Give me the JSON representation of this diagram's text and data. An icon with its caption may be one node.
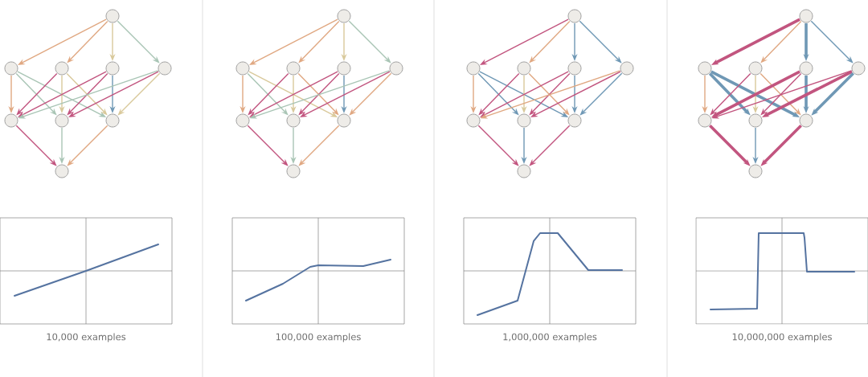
{
  "diagram": {
    "nodes": [
      {
        "text": [],
        "shape": "circle"
      },
      {
        "text": [],
        "shape": "circle"
      },
      {
        "text": [],
        "shape": "circle"
      },
      {
        "text": [],
        "shape": "circle"
      },
      {
        "text": [],
        "shape": "circle"
      },
      {
        "text": [],
        "shape": "circle"
      },
      {
        "text": [],
        "shape": "circle"
      },
      {
        "text": [],
        "shape": "circle"
      },
      {
        "text": [],
        "shape": "circle"
      },
      {
        "text": [],
        "shape": "circle"
      },
      {
        "text": [],
        "shape": "circle"
      },
      {
        "text": [],
        "shape": "circle"
      },
      {
        "text": [],
        "shape": "circle"
      },
      {
        "text": [],
        "shape": "circle"
      },
      {
        "text": [],
        "shape": "circle"
      },
      {
        "text": [],
        "shape": "circle"
      },
      {
        "text": [],
        "shape": "circle"
      },
      {
        "text": [],
        "shape": "circle"
      },
      {
        "text": [],
        "shape": "circle"
      },
      {
        "text": [],
        "shape": "circle"
      },
      {
        "text": [],
        "shape": "circle"
      },
      {
        "text": [],
        "shape": "circle"
      },
      {
        "text": [],
        "shape": "circle"
      },
      {
        "text": [],
        "shape": "circle"
      },
      {
        "text": [],
        "shape": "circle"
      },
      {
        "text": [],
        "shape": "circle"
      },
      {
        "text": [],
        "shape": "circle"
      },
      {
        "text": [],
        "shape": "circle"
      },
      {
        "text": [],
        "shape": "circle"
      },
      {
        "text": [],
        "shape": "circle"
      },
      {
        "text": [],
        "shape": "circle"
      },
      {
        "text": [],
        "shape": "circle"
      },
      {
        "text": [],
        "shape": "circle"
      },
      {
        "text": [],
        "shape": "circle"
      },
      {
        "text": [],
        "shape": "circle"
      },
      {
        "text": [],
        "shape": "circle"
      }
    ],
    "edges": [
      {
        "from": 0,
        "to": 1,
        "arrow": "to",
        "color": "#e0a882"
      },
      {
        "from": 0,
        "to": 2,
        "arrow": "to",
        "color": "#e0a882"
      },
      {
        "from": 0,
        "to": 3,
        "arrow": "to",
        "color": "#d9c99b"
      },
      {
        "from": 0,
        "to": 4,
        "arrow": "to",
        "color": "#a9c5b5"
      },
      {
        "from": 1,
        "to": 5,
        "arrow": "to",
        "color": "#e0a882"
      },
      {
        "from": 1,
        "to": 6,
        "arrow": "to",
        "color": "#a9c5b5"
      },
      {
        "from": 1,
        "to": 7,
        "arrow": "to",
        "color": "#a9c5b5"
      },
      {
        "from": 2,
        "to": 5,
        "arrow": "to",
        "color": "#c2557f"
      },
      {
        "from": 2,
        "to": 6,
        "arrow": "to",
        "color": "#d9c99b"
      },
      {
        "from": 2,
        "to": 7,
        "arrow": "to",
        "color": "#d9c99b"
      },
      {
        "from": 3,
        "to": 5,
        "arrow": "to",
        "color": "#c2557f"
      },
      {
        "from": 3,
        "to": 6,
        "arrow": "to",
        "color": "#c2557f"
      },
      {
        "from": 3,
        "to": 7,
        "arrow": "to",
        "color": "#6f98b5"
      },
      {
        "from": 4,
        "to": 5,
        "arrow": "to",
        "color": "#a9c5b5"
      },
      {
        "from": 4,
        "to": 6,
        "arrow": "to",
        "color": "#c2557f"
      },
      {
        "from": 4,
        "to": 7,
        "arrow": "to",
        "color": "#d9c99b"
      },
      {
        "from": 5,
        "to": 8,
        "arrow": "to",
        "color": "#c2557f"
      },
      {
        "from": 6,
        "to": 8,
        "arrow": "to",
        "color": "#a9c5b5"
      },
      {
        "from": 7,
        "to": 8,
        "arrow": "to",
        "color": "#e0a882"
      },
      {
        "from": 9,
        "to": 10,
        "arrow": "to",
        "color": "#e0a882"
      },
      {
        "from": 9,
        "to": 11,
        "arrow": "to",
        "color": "#e0a882"
      },
      {
        "from": 9,
        "to": 12,
        "arrow": "to",
        "color": "#d9c99b"
      },
      {
        "from": 9,
        "to": 13,
        "arrow": "to",
        "color": "#a9c5b5"
      },
      {
        "from": 10,
        "to": 14,
        "arrow": "to",
        "color": "#e0a882"
      },
      {
        "from": 10,
        "to": 15,
        "arrow": "to",
        "color": "#a9c5b5"
      },
      {
        "from": 10,
        "to": 16,
        "arrow": "to",
        "color": "#d9c99b"
      },
      {
        "from": 11,
        "to": 14,
        "arrow": "to",
        "color": "#c2557f"
      },
      {
        "from": 11,
        "to": 15,
        "arrow": "to",
        "color": "#d9c99b"
      },
      {
        "from": 11,
        "to": 16,
        "arrow": "to",
        "color": "#e0a882"
      },
      {
        "from": 12,
        "to": 14,
        "arrow": "to",
        "color": "#c2557f"
      },
      {
        "from": 12,
        "to": 15,
        "arrow": "to",
        "color": "#c2557f"
      },
      {
        "from": 12,
        "to": 16,
        "arrow": "to",
        "color": "#6f98b5"
      },
      {
        "from": 13,
        "to": 14,
        "arrow": "to",
        "color": "#a9c5b5"
      },
      {
        "from": 13,
        "to": 15,
        "arrow": "to",
        "color": "#c2557f"
      },
      {
        "from": 13,
        "to": 16,
        "arrow": "to",
        "color": "#e0a882"
      },
      {
        "from": 14,
        "to": 17,
        "arrow": "to",
        "color": "#c2557f"
      },
      {
        "from": 15,
        "to": 17,
        "arrow": "to",
        "color": "#a9c5b5"
      },
      {
        "from": 16,
        "to": 17,
        "arrow": "to",
        "color": "#e0a882"
      },
      {
        "from": 18,
        "to": 19,
        "arrow": "to",
        "color": "#c2557f"
      },
      {
        "from": 18,
        "to": 20,
        "arrow": "to",
        "color": "#e0a882"
      },
      {
        "from": 18,
        "to": 21,
        "arrow": "to",
        "color": "#6f98b5"
      },
      {
        "from": 18,
        "to": 22,
        "arrow": "to",
        "color": "#6f98b5"
      },
      {
        "from": 19,
        "to": 23,
        "arrow": "to",
        "color": "#e0a882"
      },
      {
        "from": 19,
        "to": 24,
        "arrow": "to",
        "color": "#6f98b5"
      },
      {
        "from": 19,
        "to": 25,
        "arrow": "to",
        "color": "#6f98b5"
      },
      {
        "from": 20,
        "to": 23,
        "arrow": "to",
        "color": "#c2557f"
      },
      {
        "from": 20,
        "to": 24,
        "arrow": "to",
        "color": "#d9c99b"
      },
      {
        "from": 20,
        "to": 25,
        "arrow": "to",
        "color": "#e0a882"
      },
      {
        "from": 21,
        "to": 23,
        "arrow": "to",
        "color": "#c2557f"
      },
      {
        "from": 21,
        "to": 24,
        "arrow": "to",
        "color": "#c2557f"
      },
      {
        "from": 21,
        "to": 25,
        "arrow": "to",
        "color": "#6f98b5"
      },
      {
        "from": 22,
        "to": 23,
        "arrow": "to",
        "color": "#e0a882"
      },
      {
        "from": 22,
        "to": 24,
        "arrow": "to",
        "color": "#c2557f"
      },
      {
        "from": 22,
        "to": 25,
        "arrow": "to",
        "color": "#6f98b5"
      },
      {
        "from": 23,
        "to": 26,
        "arrow": "to",
        "color": "#c2557f"
      },
      {
        "from": 24,
        "to": 26,
        "arrow": "to",
        "color": "#6f98b5"
      },
      {
        "from": 25,
        "to": 26,
        "arrow": "to",
        "color": "#c2557f"
      },
      {
        "from": 27,
        "to": 28,
        "arrow": "to",
        "color": "#c2557f",
        "style": "thick"
      },
      {
        "from": 27,
        "to": 29,
        "arrow": "to",
        "color": "#e0a882"
      },
      {
        "from": 27,
        "to": 30,
        "arrow": "to",
        "color": "#6f98b5",
        "style": "thick"
      },
      {
        "from": 27,
        "to": 31,
        "arrow": "to",
        "color": "#6f98b5"
      },
      {
        "from": 28,
        "to": 32,
        "arrow": "to",
        "color": "#e0a882"
      },
      {
        "from": 28,
        "to": 33,
        "arrow": "to",
        "color": "#6f98b5",
        "style": "thick"
      },
      {
        "from": 28,
        "to": 34,
        "arrow": "to",
        "color": "#6f98b5",
        "style": "thick"
      },
      {
        "from": 29,
        "to": 32,
        "arrow": "to",
        "color": "#c2557f"
      },
      {
        "from": 29,
        "to": 33,
        "arrow": "to",
        "color": "#d9c99b"
      },
      {
        "from": 29,
        "to": 34,
        "arrow": "to",
        "color": "#e0a882"
      },
      {
        "from": 30,
        "to": 32,
        "arrow": "to",
        "color": "#c2557f",
        "style": "thick"
      },
      {
        "from": 30,
        "to": 33,
        "arrow": "to",
        "color": "#c2557f"
      },
      {
        "from": 30,
        "to": 34,
        "arrow": "to",
        "color": "#6f98b5",
        "style": "thick"
      },
      {
        "from": 31,
        "to": 32,
        "arrow": "to",
        "color": "#c2557f"
      },
      {
        "from": 31,
        "to": 33,
        "arrow": "to",
        "color": "#c2557f",
        "style": "thick"
      },
      {
        "from": 31,
        "to": 34,
        "arrow": "to",
        "color": "#6f98b5",
        "style": "thick"
      },
      {
        "from": 32,
        "to": 35,
        "arrow": "to",
        "color": "#c2557f",
        "style": "thick"
      },
      {
        "from": 33,
        "to": 35,
        "arrow": "to",
        "color": "#6f98b5"
      },
      {
        "from": 34,
        "to": 35,
        "arrow": "to",
        "color": "#c2557f",
        "style": "thick"
      }
    ],
    "labels": [
      "10,000 examples",
      "100,000 examples",
      "1,000,000 examples",
      "10,000,000 examples"
    ]
  }
}
